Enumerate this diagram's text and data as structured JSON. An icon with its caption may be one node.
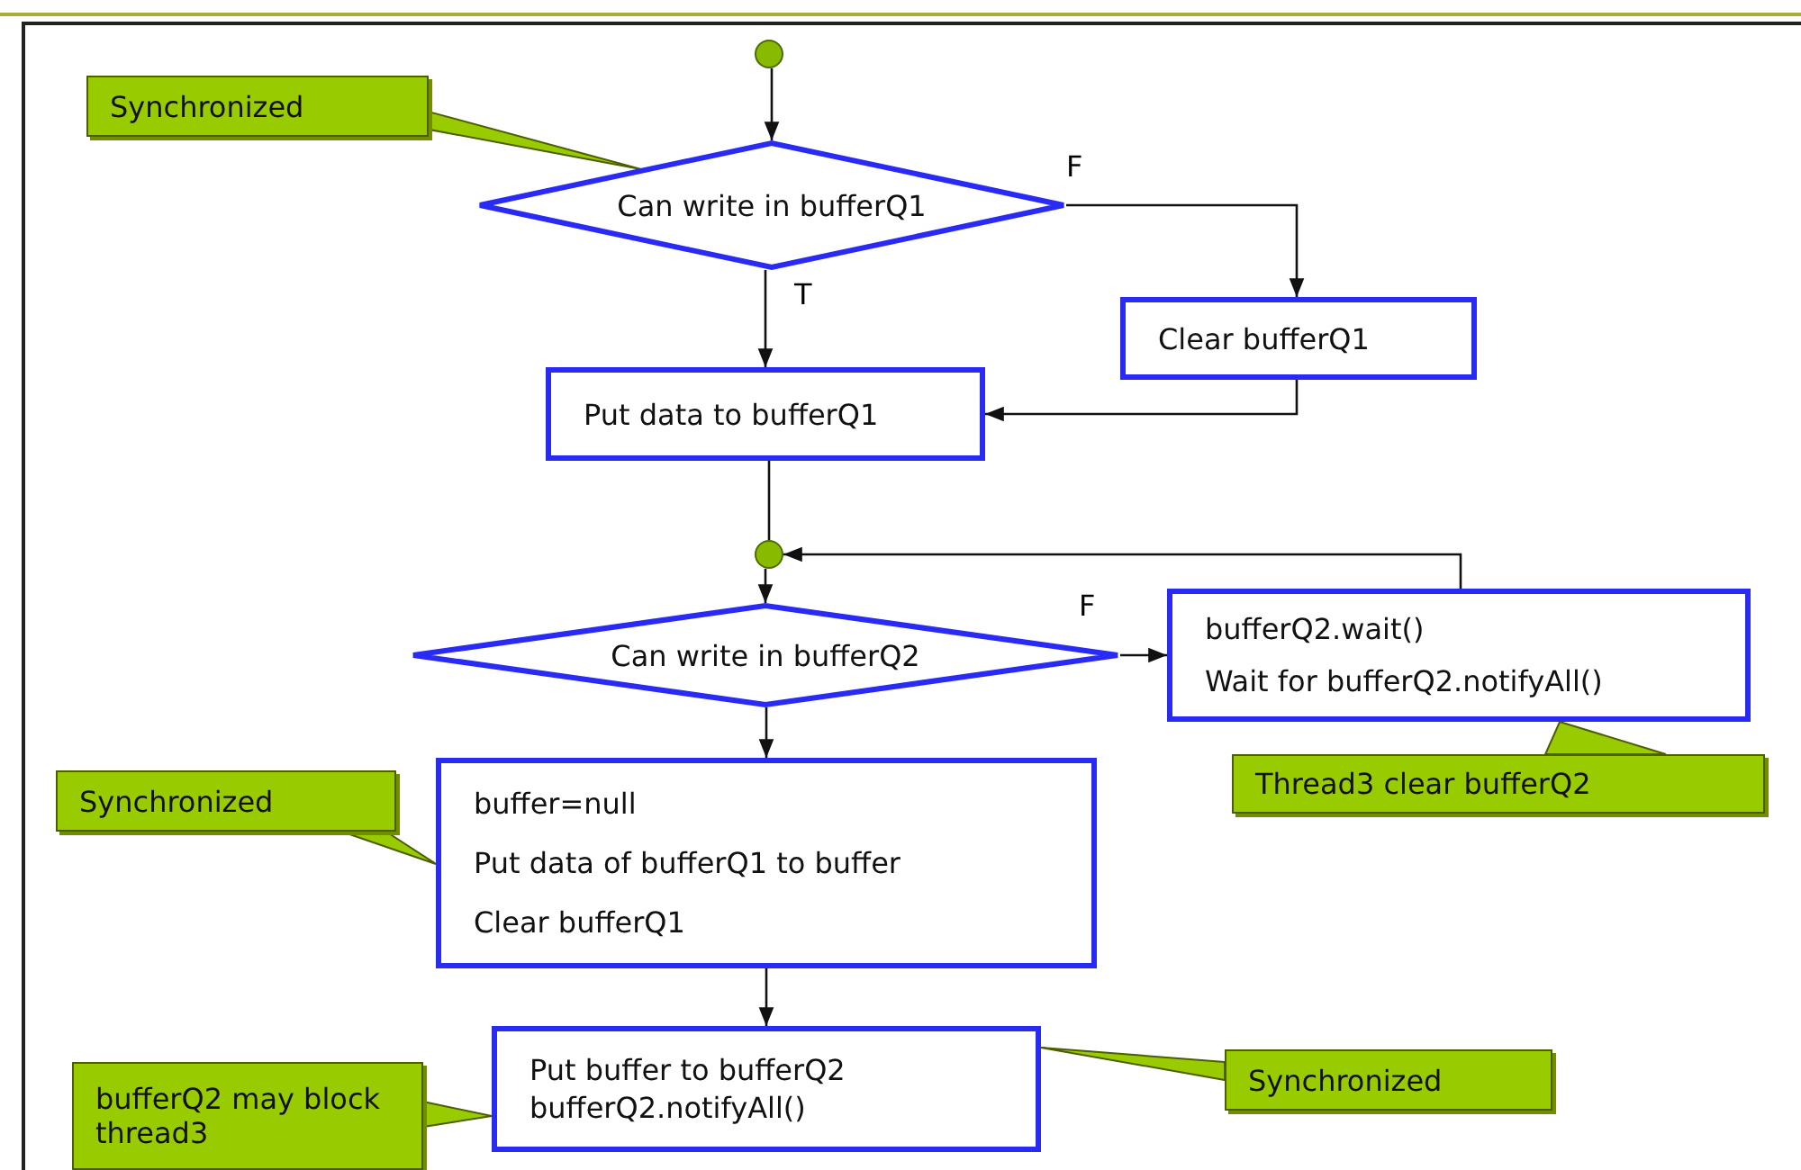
{
  "diagram": {
    "nodes": [
      {
        "text": [],
        "shape": "circle"
      },
      {
        "text": [
          "Synchronized"
        ]
      },
      {
        "text": [
          "Can write in bufferQ1"
        ]
      },
      {
        "text": [
          "Clear bufferQ1"
        ]
      },
      {
        "text": [
          "Put data to bufferQ1"
        ]
      },
      {
        "text": [],
        "shape": "circle"
      },
      {
        "text": [
          "Can write in bufferQ2"
        ]
      },
      {
        "text": [
          "bufferQ2.wait()",
          "Wait for bufferQ2.notifyAll()"
        ]
      },
      {
        "text": [
          "Thread3 clear bufferQ2"
        ]
      },
      {
        "text": [
          "buffer=null",
          "Put data of bufferQ1 to buffer",
          "Clear bufferQ1"
        ]
      },
      {
        "text": [
          "Synchronized"
        ]
      },
      {
        "text": [
          "Put buffer to bufferQ2",
          "bufferQ2.notifyAll()"
        ]
      },
      {
        "text": [
          "bufferQ2 may block thread3"
        ]
      },
      {
        "text": [
          "Synchronized"
        ]
      }
    ],
    "edges": [
      {
        "from": 0,
        "to": 2,
        "arrow": "to"
      },
      {
        "from": 2,
        "to": 4,
        "arrow": "to",
        "label": "T"
      },
      {
        "from": 2,
        "to": 3,
        "arrow": "to",
        "label": "F"
      },
      {
        "from": 3,
        "to": 4,
        "arrow": "to"
      },
      {
        "from": 4,
        "to": 5,
        "arrow": "none"
      },
      {
        "from": 5,
        "to": 6,
        "arrow": "to"
      },
      {
        "from": 6,
        "to": 7,
        "arrow": "to",
        "label": "F"
      },
      {
        "from": 7,
        "to": 5,
        "arrow": "to"
      },
      {
        "from": 6,
        "to": 9,
        "arrow": "to"
      },
      {
        "from": 9,
        "to": 11,
        "arrow": "to"
      },
      {
        "from": 1,
        "to": 2,
        "arrow": "none"
      },
      {
        "from": 8,
        "to": 7,
        "arrow": "none"
      },
      {
        "from": 10,
        "to": 9,
        "arrow": "none"
      },
      {
        "from": 12,
        "to": 11,
        "arrow": "none"
      },
      {
        "from": 13,
        "to": 11,
        "arrow": "none"
      }
    ]
  }
}
